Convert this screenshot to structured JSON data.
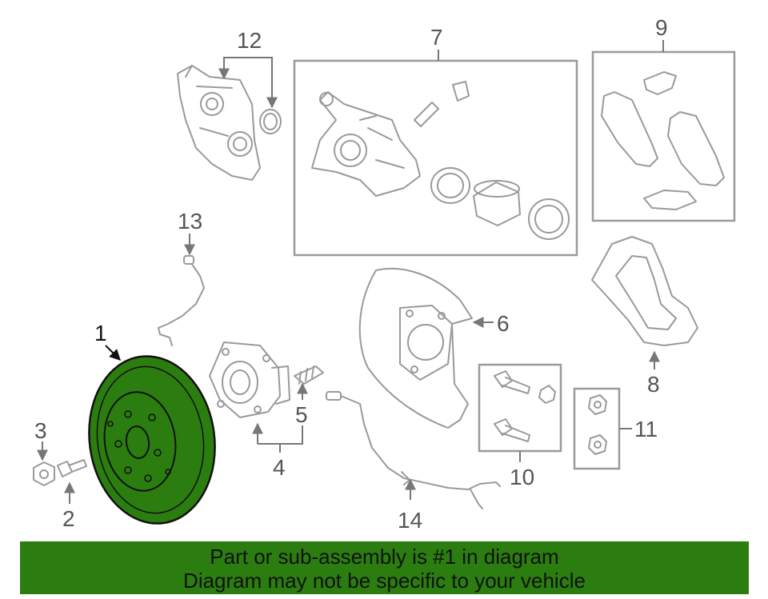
{
  "colors": {
    "highlight": "#2b7d0f",
    "line": "#9a9a9a",
    "text": "#555555"
  },
  "callouts": {
    "c1": "1",
    "c2": "2",
    "c3": "3",
    "c4": "4",
    "c5": "5",
    "c6": "6",
    "c7": "7",
    "c8": "8",
    "c9": "9",
    "c10": "10",
    "c11": "11",
    "c12": "12",
    "c13": "13",
    "c14": "14"
  },
  "banner": {
    "line1": "Part or sub-assembly is #1 in diagram",
    "line2": "Diagram may not be specific to your vehicle"
  }
}
